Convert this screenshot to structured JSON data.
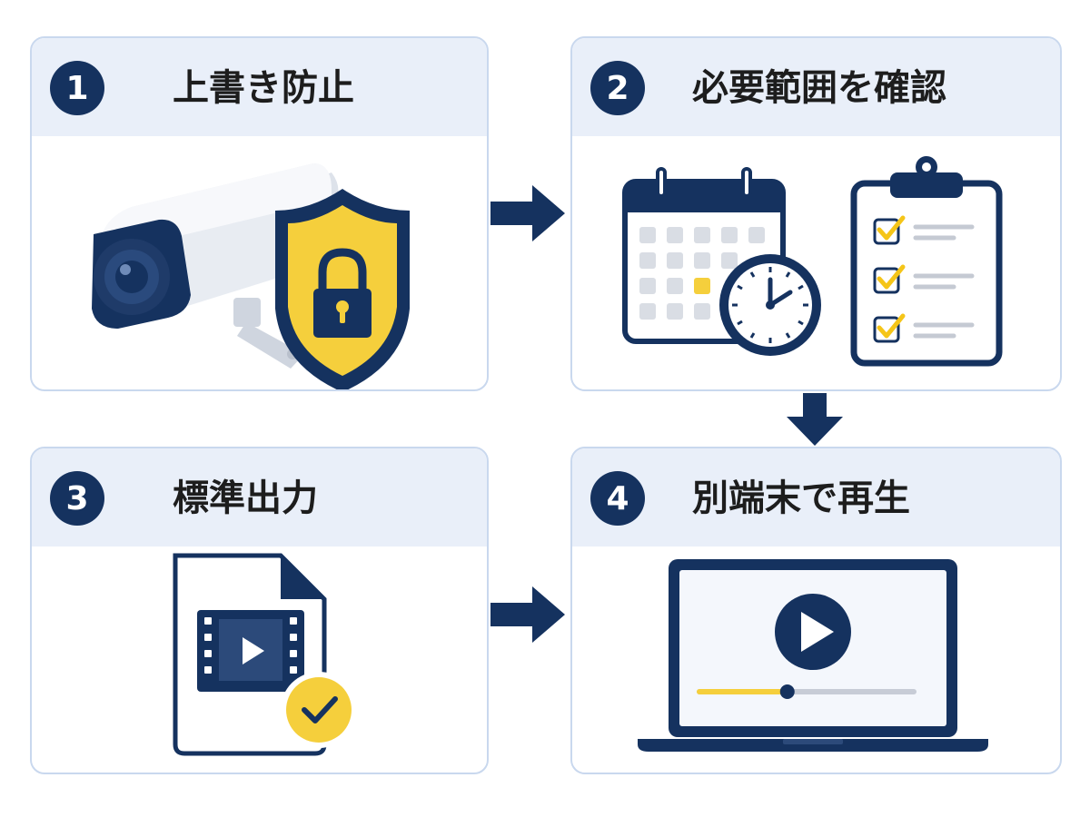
{
  "colors": {
    "navy": "#15325f",
    "yellow": "#f5cf3c",
    "header_bg": "#e9eff9",
    "border": "#c9d8ee",
    "light_gray": "#d9dde4"
  },
  "steps": [
    {
      "number": "1",
      "title": "上書き防止",
      "icons": [
        "security-camera-icon",
        "shield-lock-icon"
      ]
    },
    {
      "number": "2",
      "title": "必要範囲を確認",
      "icons": [
        "calendar-icon",
        "clock-icon",
        "checklist-clipboard-icon"
      ]
    },
    {
      "number": "3",
      "title": "標準出力",
      "icons": [
        "video-file-icon",
        "check-badge-icon"
      ]
    },
    {
      "number": "4",
      "title": "別端末で再生",
      "icons": [
        "laptop-icon",
        "play-button-icon",
        "progress-bar"
      ]
    }
  ],
  "flow_arrows": [
    "right",
    "down",
    "right"
  ],
  "playback_progress": 0.41
}
